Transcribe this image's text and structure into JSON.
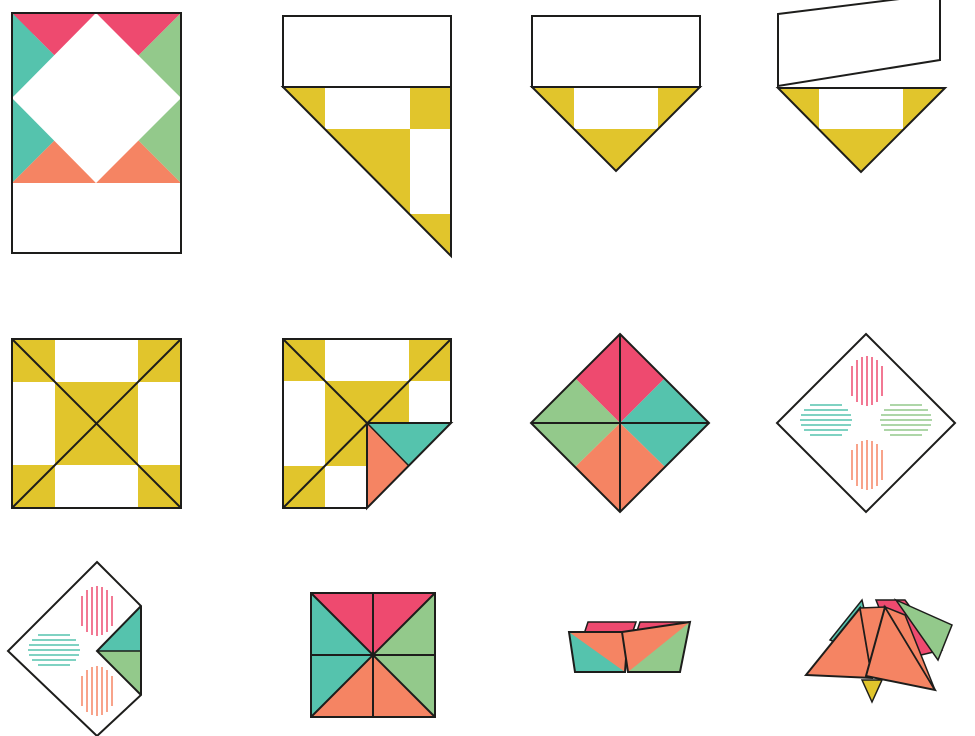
{
  "title": "",
  "colors": {
    "pink": "#ee4a6f",
    "teal": "#55c3ad",
    "green": "#93c98b",
    "orange": "#f58463",
    "yellow": "#e1c52c",
    "outline": "#1d1d1b",
    "paper": "#ffffff"
  },
  "steps": [
    {
      "id": 1,
      "name": "colored-sheet"
    },
    {
      "id": 2,
      "name": "diagonal-fold"
    },
    {
      "id": 3,
      "name": "triangle-fold"
    },
    {
      "id": 4,
      "name": "strip-removed"
    },
    {
      "id": 5,
      "name": "unfolded-square"
    },
    {
      "id": 6,
      "name": "corner-fold"
    },
    {
      "id": 7,
      "name": "colored-diamond"
    },
    {
      "id": 8,
      "name": "fortune-diamond"
    },
    {
      "id": 9,
      "name": "flap-fold"
    },
    {
      "id": 10,
      "name": "folded-square"
    },
    {
      "id": 11,
      "name": "pocket-opening"
    },
    {
      "id": 12,
      "name": "finished-fortune-teller"
    }
  ]
}
